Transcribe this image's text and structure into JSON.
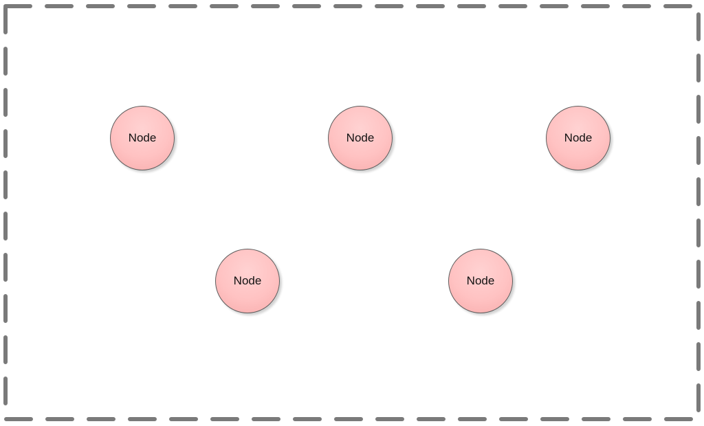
{
  "diagram": {
    "boundary_color": "#7a7a7a",
    "node_fill": "#ffc4c4",
    "node_border": "#5b5b5b",
    "nodes": [
      {
        "label": "Node"
      },
      {
        "label": "Node"
      },
      {
        "label": "Node"
      },
      {
        "label": "Node"
      },
      {
        "label": "Node"
      }
    ]
  }
}
